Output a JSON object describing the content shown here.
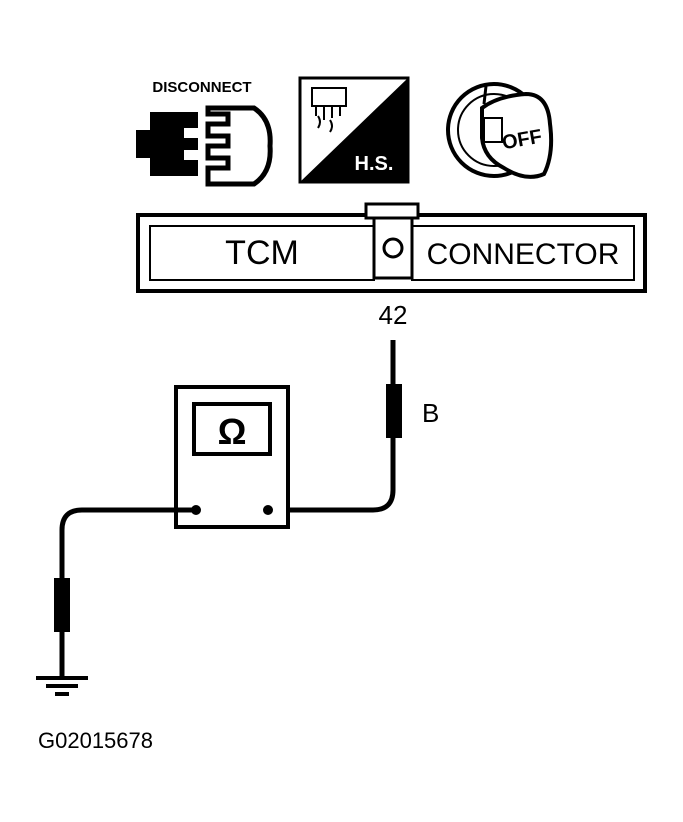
{
  "icons": {
    "disconnect": {
      "label": "DISCONNECT",
      "icon": "disconnect-connector-icon"
    },
    "harness_side": {
      "label": "H.S.",
      "icon": "harness-side-connector-icon"
    },
    "ignition": {
      "label": "OFF",
      "icon": "ignition-key-off-icon"
    }
  },
  "connector": {
    "left_label": "TCM",
    "right_label": "CONNECTOR",
    "pin_number": "42"
  },
  "wire": {
    "color_code": "B"
  },
  "meter": {
    "symbol": "Ω",
    "icon": "ohmmeter-icon"
  },
  "ground": {
    "icon": "ground-symbol-icon"
  },
  "figure_id": "G02015678",
  "colors": {
    "ink": "#000000",
    "paper": "#ffffff"
  }
}
